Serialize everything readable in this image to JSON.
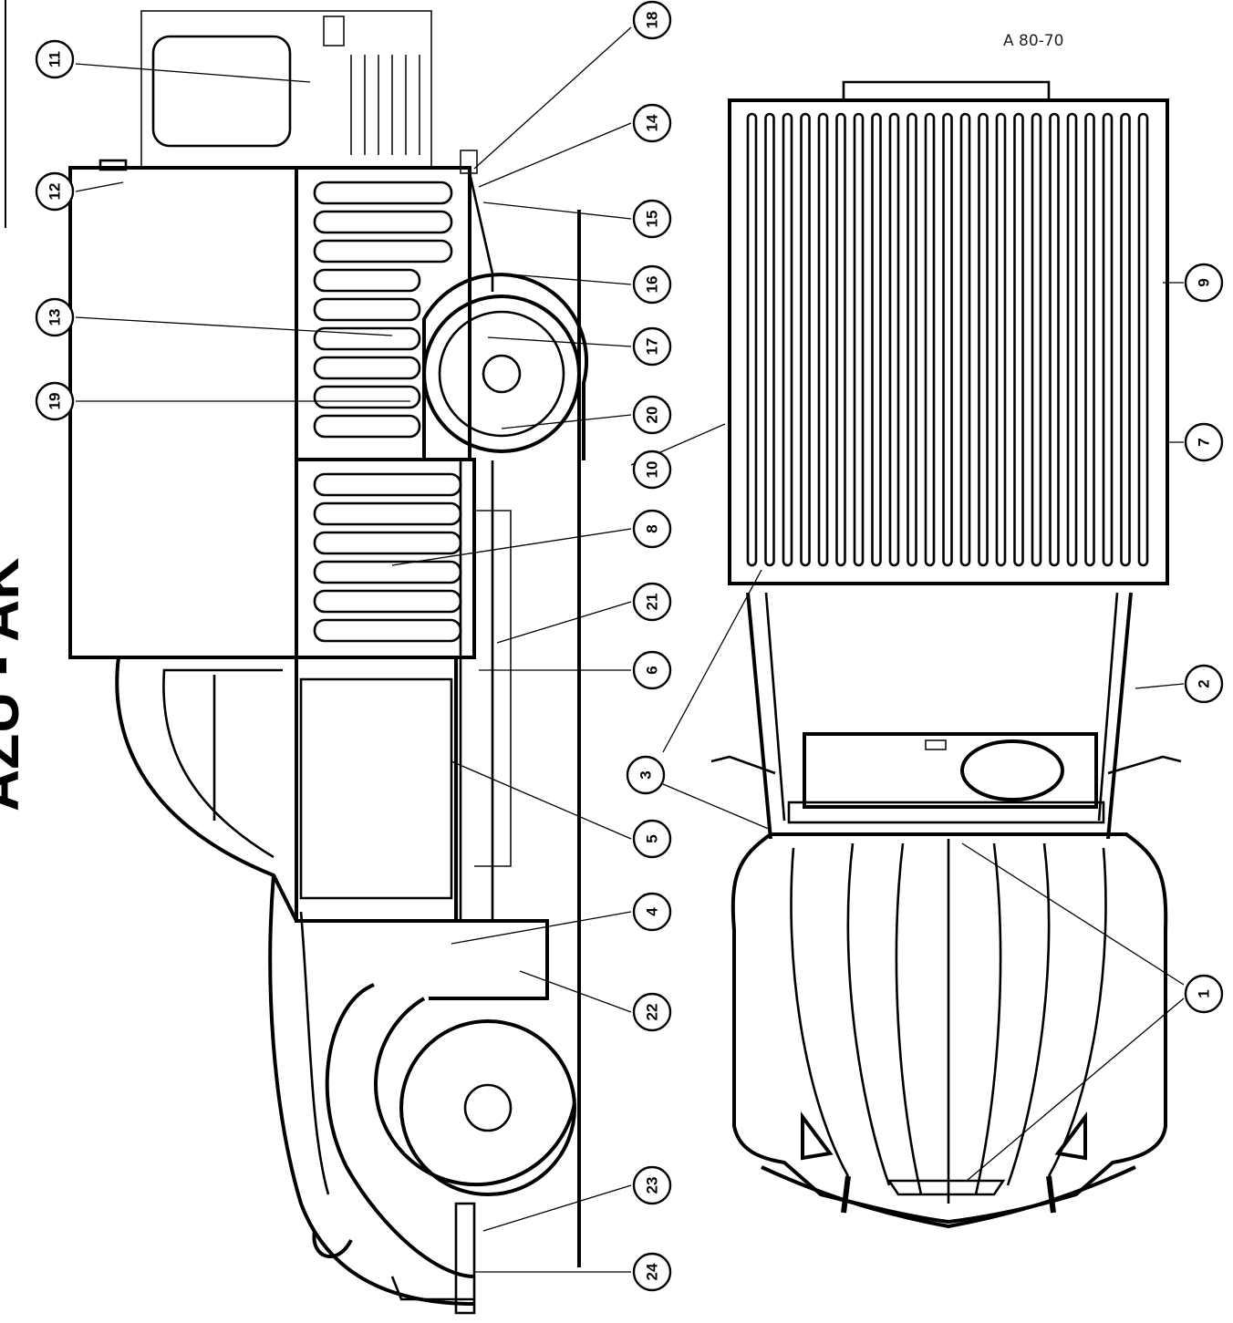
{
  "figure": {
    "reference_code": "A 80-70",
    "model_title_fragment": "AZU - AK"
  },
  "callouts": [
    {
      "id": "c11",
      "label": "11"
    },
    {
      "id": "c12",
      "label": "12"
    },
    {
      "id": "c13",
      "label": "13"
    },
    {
      "id": "c19",
      "label": "19"
    },
    {
      "id": "c18",
      "label": "18"
    },
    {
      "id": "c14",
      "label": "14"
    },
    {
      "id": "c15",
      "label": "15"
    },
    {
      "id": "c16",
      "label": "16"
    },
    {
      "id": "c17",
      "label": "17"
    },
    {
      "id": "c20",
      "label": "20"
    },
    {
      "id": "c10",
      "label": "10"
    },
    {
      "id": "c8",
      "label": "8"
    },
    {
      "id": "c21",
      "label": "21"
    },
    {
      "id": "c6",
      "label": "6"
    },
    {
      "id": "c3",
      "label": "3"
    },
    {
      "id": "c5",
      "label": "5"
    },
    {
      "id": "c4",
      "label": "4"
    },
    {
      "id": "c22",
      "label": "22"
    },
    {
      "id": "c23",
      "label": "23"
    },
    {
      "id": "c24",
      "label": "24"
    },
    {
      "id": "c9",
      "label": "9"
    },
    {
      "id": "c7",
      "label": "7"
    },
    {
      "id": "c2",
      "label": "2"
    },
    {
      "id": "c1",
      "label": "1"
    }
  ]
}
